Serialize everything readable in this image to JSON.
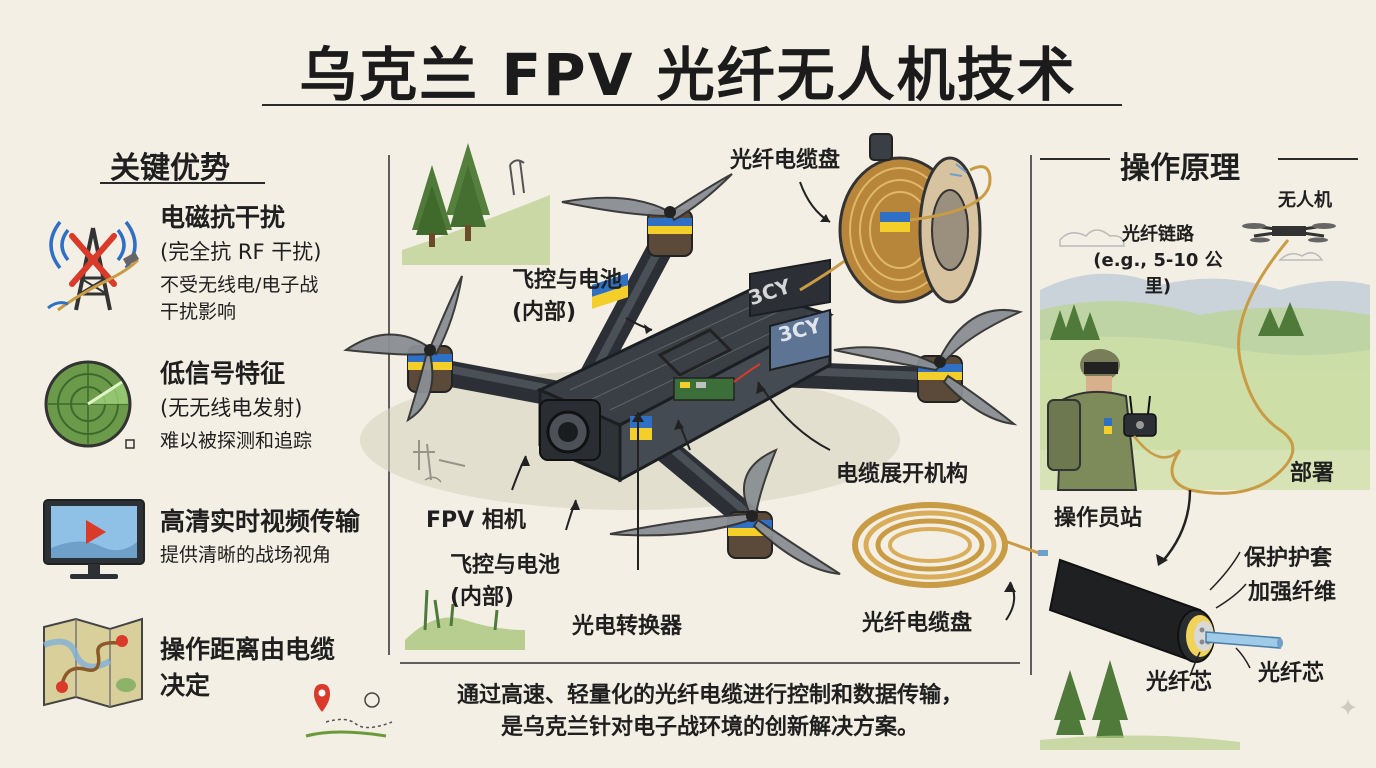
{
  "title": "乌克兰 FPV 光纤无人机技术",
  "left_panel": {
    "heading": "关键优势",
    "items": [
      {
        "title": "电磁抗干扰",
        "subtitle": "(完全抗 RF 干扰)",
        "desc": "不受无线电/电子战\n干扰影响",
        "icon": "jammed-antenna-icon"
      },
      {
        "title": "低信号特征",
        "subtitle": "(无无线电发射)",
        "desc": "难以被探测和追踪",
        "icon": "radar-icon"
      },
      {
        "title": "高清实时视频传输",
        "subtitle": "",
        "desc": "提供清晰的战场视角",
        "icon": "monitor-video-icon"
      },
      {
        "title": "操作距离由电缆\n决定",
        "subtitle": "",
        "desc": "",
        "icon": "map-route-icon"
      }
    ]
  },
  "center": {
    "labels": {
      "spool_top": "光纤电缆盘",
      "fc_battery_top": "飞控与电池\n(内部)",
      "cable_deploy": "电缆展开机构",
      "fpv_camera": "FPV 相机",
      "fc_battery_bottom": "飞控与电池\n(内部)",
      "converter": "光电转换器",
      "spool_bottom": "光纤电缆盘"
    },
    "arm_text": "3CY",
    "caption": "通过高速、轻量化的光纤电缆进行控制和数据传输，\n是乌克兰针对电子战环境的创新解决方案。"
  },
  "right_panel": {
    "heading": "操作原理",
    "drone_label": "无人机",
    "link_label": "光纤链路\n(e.g., 5-10 公里)",
    "deploy_label": "部署",
    "operator_label": "操作员站",
    "cable_layers": [
      "保护护套",
      "加强纤维",
      "光纤芯",
      "光纤芯"
    ]
  },
  "colors": {
    "background": "#f3efe4",
    "ink": "#1f1f1f",
    "ukraine_blue": "#2f6fc4",
    "ukraine_yellow": "#f4cf2a",
    "fiber_gold": "#c99b45",
    "carbon": "#3a3f45",
    "tree_green": "#4f7a3a"
  }
}
